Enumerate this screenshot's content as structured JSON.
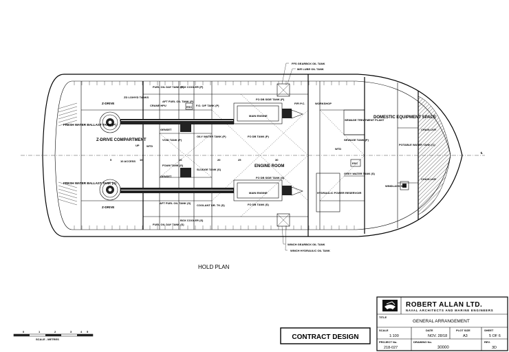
{
  "drawing": {
    "view_title": "HOLD PLAN",
    "scale_bar": {
      "ticks": [
        "0",
        "1",
        "2",
        "3",
        "4",
        "5"
      ],
      "caption": "SCALE - METRES"
    },
    "frame_numbers": [
      "5",
      "10",
      "15",
      "20",
      "25",
      "30"
    ]
  },
  "compartments": {
    "z_drive_compartment": "Z-DRIVE COMPARTMENT",
    "z_drive_p": "Z-DRIVE",
    "z_drive_s": "Z-DRIVE",
    "zd_lo_tanks": "ZD LO/HYD TANKS",
    "fresh_water_p": "FRESH WATER BALLAST TANK (P)",
    "fresh_water_s": "FRESH WATER BALLAST TANK (S)",
    "access": "10 ACCESS",
    "up": "UP",
    "void_tank": "VOID TANK (P)",
    "foam_tank": "FOAM TANK (S)",
    "genset_p": "GENSET",
    "genset_s": "GENSET",
    "fuel_day_p": "FUEL OIL DAY TANK (P)",
    "fuel_day_s": "FUEL OIL DAY TANK (S)",
    "aft_fuel_p": "AFT FUEL OIL TANK (P)",
    "aft_fuel_s": "AFT FUEL OIL TANK (S)",
    "crane_hpu": "CRANE HPU",
    "box_cooler_p": "BOX COOLER (P)",
    "box_cooler_s": "BOX COOLER (S)",
    "esc": "ESC",
    "fo_overflow": "F.O. O/F TANK (P)",
    "oily_water": "OILY WATER TANK (P)",
    "sludge": "SLUDGE TANK (S)",
    "coolant": "COOLANT DR. TK (S)",
    "fo_db_p": "FO DB SIDE TANK (P)",
    "fo_db_s": "FO DB SIDE TANK (S)",
    "main_engine_p": "MAIN ENGINE",
    "main_engine_s": "MAIN ENGINE",
    "fifi_pump": "FIFI P.C.",
    "engine_room": "ENGINE ROOM",
    "fo_db_tank_p": "FO DB TANK (P)",
    "fo_db_tank_s": "FO DB TANK (S)",
    "workshop": "WORKSHOP",
    "sewage_plant": "SEWAGE TREATMENT PLANT",
    "sewage_tank": "SEWAGE TANK (P)",
    "grey_water": "GREY WATER TANK (S)",
    "hydraulic_reservoir": "HYDRAULIC POWER RESERVOIR",
    "domestic_space": "DOMESTIC EQUIPMENT SPACE",
    "potable_water": "POTABLE WATER TANK (C)",
    "chain_locker_p": "CHAIN LKR",
    "chain_locker_s": "CHAIN LKR",
    "windlass_hpu": "WINDLASS HPU",
    "ffs_gearbox": "FFS GEARBOX OIL TANK",
    "me_lube": "M/E LUBE OIL TANK",
    "winch_gearbox": "WINCH GEARBOX OIL TANK",
    "winch_hydraulic": "WINCH HYDRAULIC OIL TANK",
    "wtd": "WTD"
  },
  "title_block": {
    "company": "ROBERT ALLAN LTD.",
    "tagline": "NAVAL ARCHITECTS AND MARINE ENGINEERS",
    "title_label": "TITLE",
    "title": "GENERAL ARRANGEMENT",
    "scale_label": "SCALE",
    "scale": "1:100",
    "date_label": "DATE",
    "date": "NOV. 28/18",
    "plot_size_label": "PLOT SIZE",
    "plot_size": "A3",
    "sheet_label": "SHEET",
    "sheet": "5 OF 6",
    "project_label": "PROJECT No.",
    "project": "218-027",
    "drawing_label": "DRAWING No.",
    "drawing": "30000",
    "rev_label": "REV.",
    "rev": "3D",
    "status": "CONTRACT DESIGN"
  }
}
